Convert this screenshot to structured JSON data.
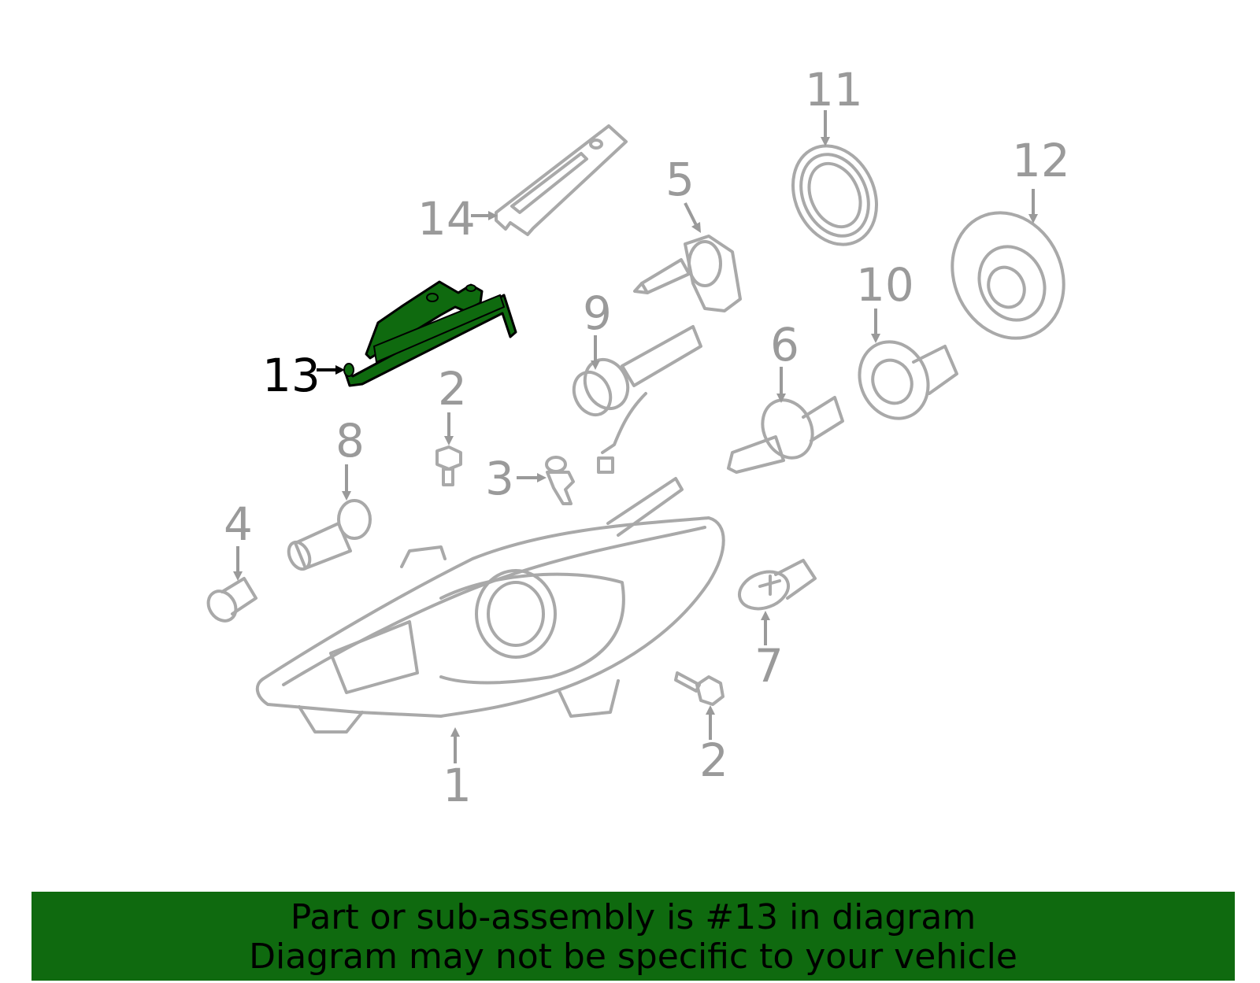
{
  "diagram": {
    "callouts": {
      "c1": "1",
      "c2a": "2",
      "c2b": "2",
      "c3": "3",
      "c4": "4",
      "c5": "5",
      "c6": "6",
      "c7": "7",
      "c8": "8",
      "c9": "9",
      "c10": "10",
      "c11": "11",
      "c12": "12",
      "c13": "13",
      "c14": "14"
    },
    "highlighted_part": "13"
  },
  "banner": {
    "line1": "Part or sub-assembly is #13 in diagram",
    "line2": "Diagram may not be specific to your vehicle"
  },
  "colors": {
    "banner_bg": "#0f6a0f",
    "highlight_fill": "#0f6a0f",
    "part_stroke": "#a9a9a9",
    "label_gray": "#9a9a9a"
  }
}
